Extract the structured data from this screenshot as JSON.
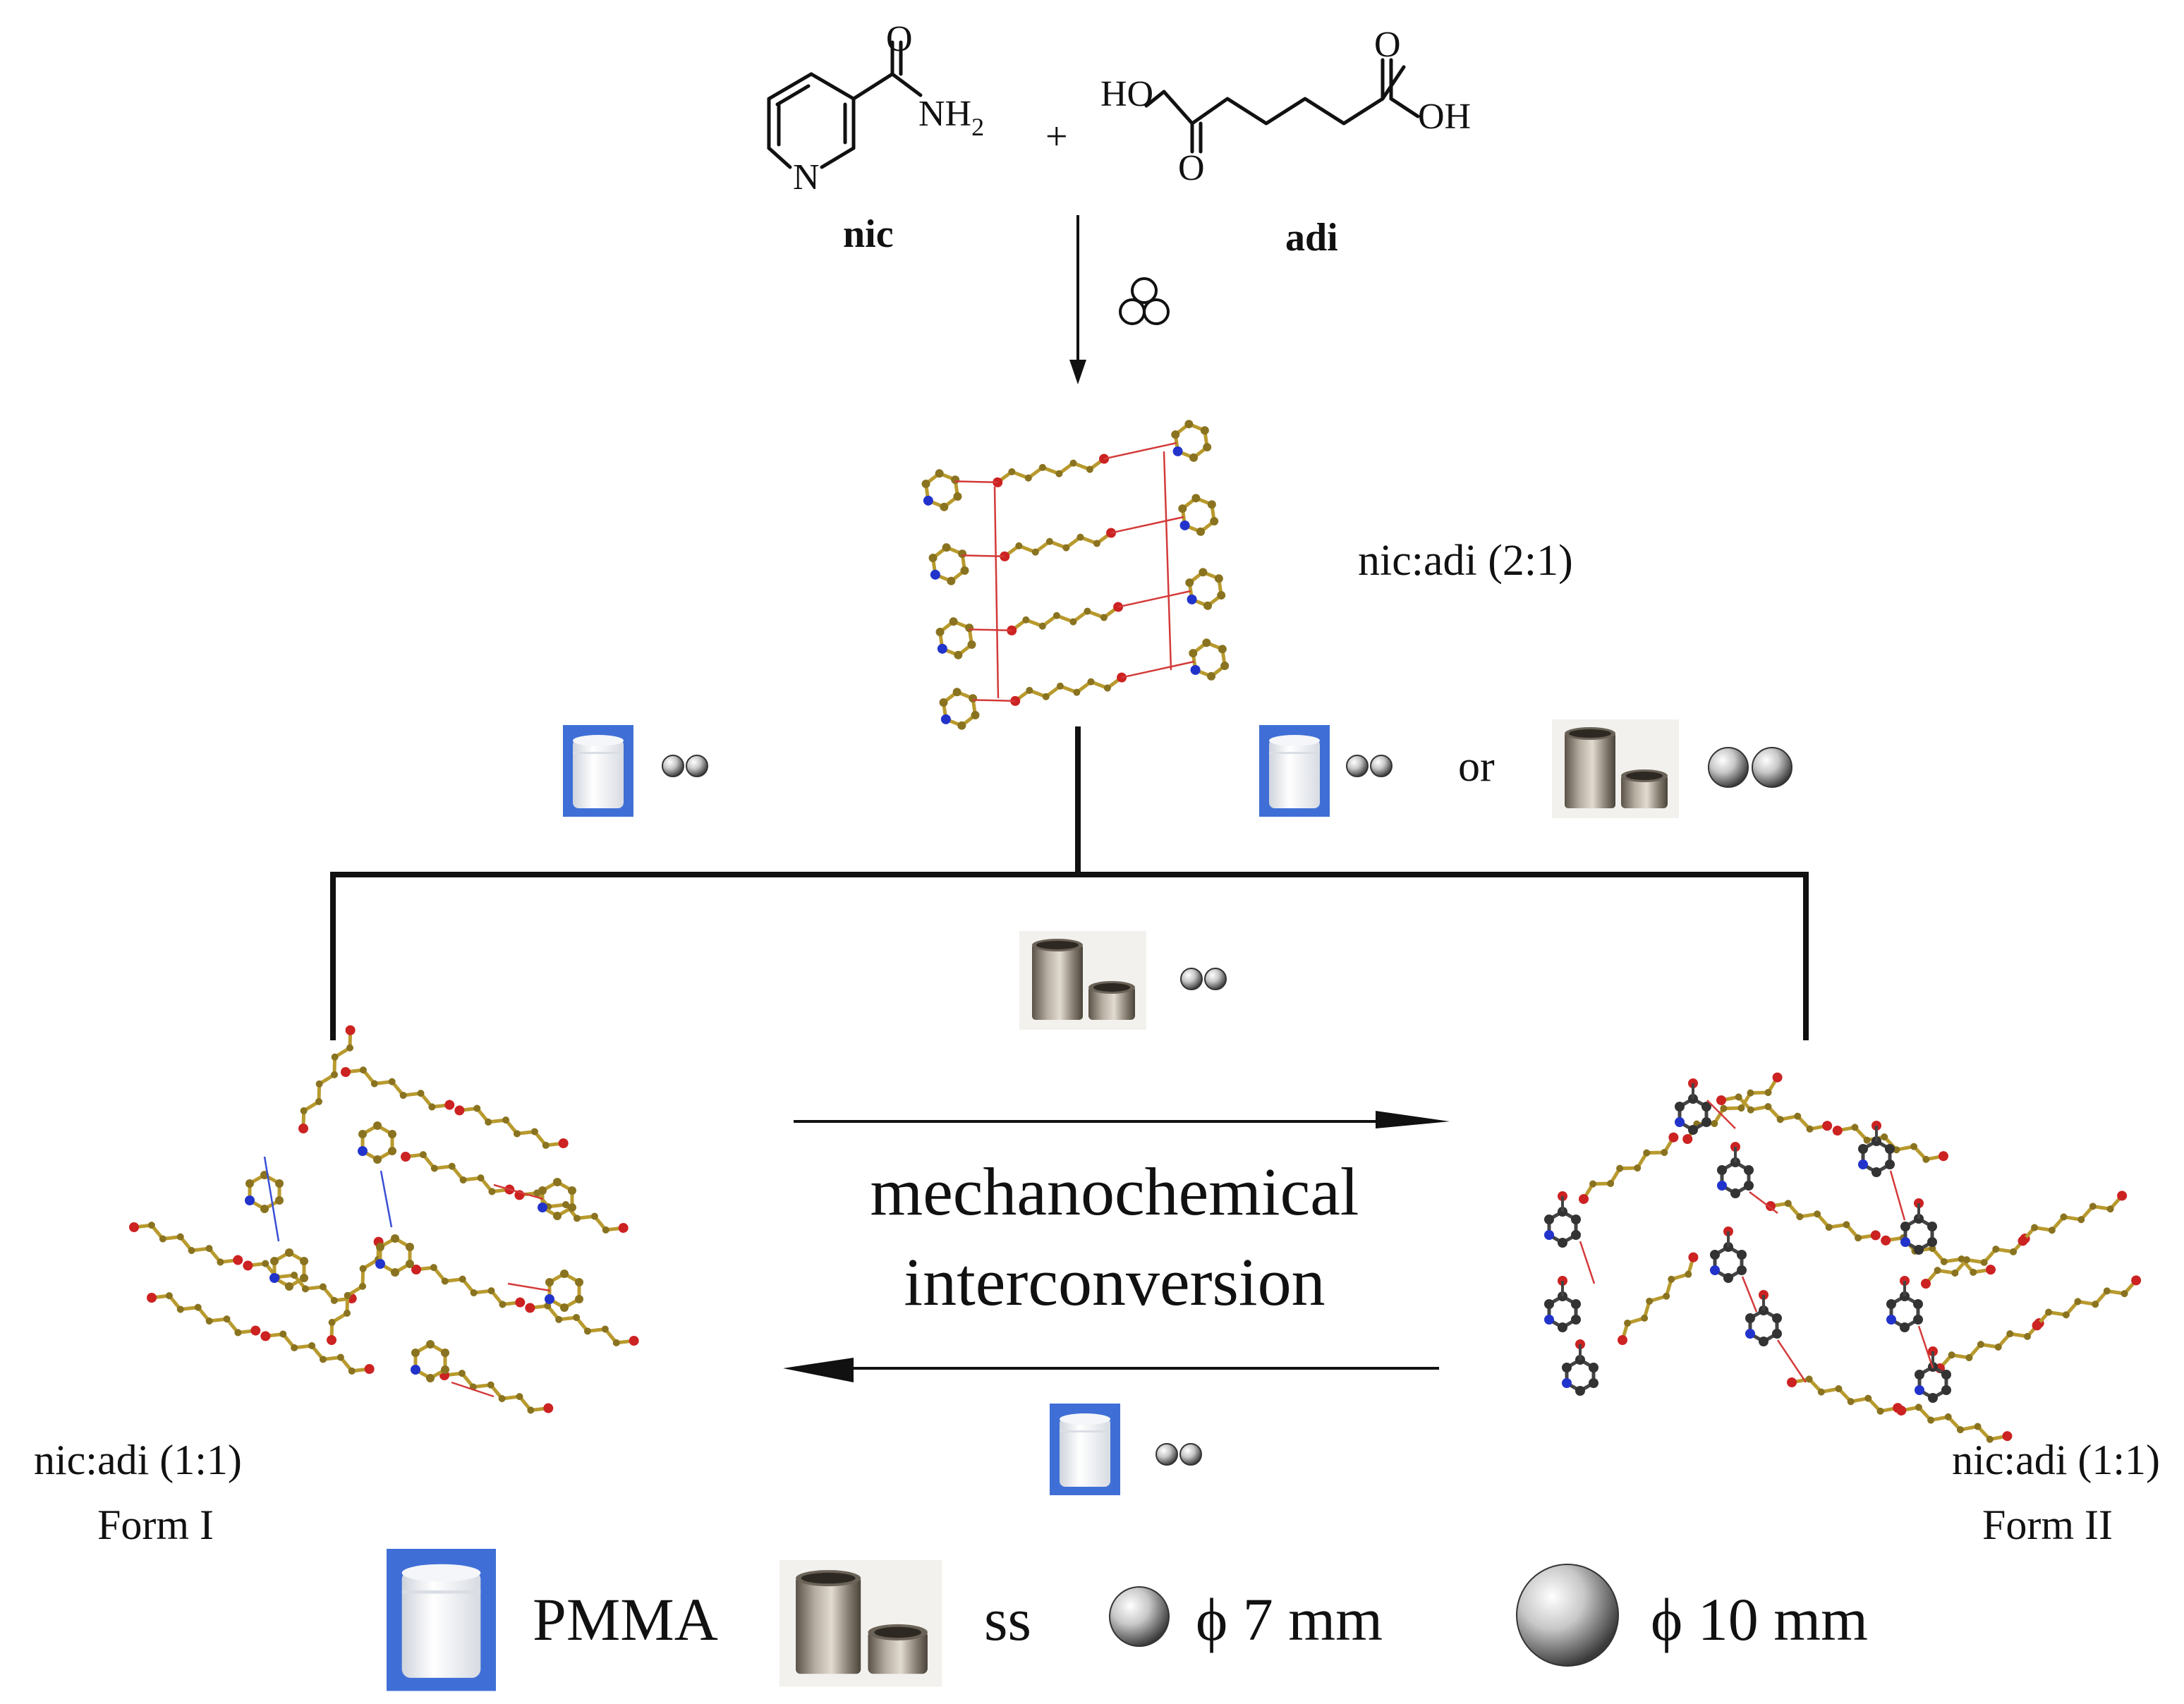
{
  "reactants": {
    "nic": {
      "label": "nic",
      "o_atom": "O",
      "n_atom": "N",
      "amine_group": "NH",
      "amine_subscript": "2"
    },
    "plus": "+",
    "adi": {
      "label": "adi",
      "ho_left": "HO",
      "o_top": "O",
      "o_bottom": "O",
      "oh_right": "OH"
    }
  },
  "products": {
    "cocrystal_2_1": "nic:adi (2:1)",
    "form_i": {
      "line1": "nic:adi (1:1)",
      "line2": "Form I"
    },
    "form_ii": {
      "line1": "nic:adi (1:1)",
      "line2": "Form II"
    }
  },
  "conditions": {
    "or_text": "or",
    "center_label_line1": "mechanochemical",
    "center_label_line2": "interconversion"
  },
  "legend": {
    "pmma_label": "PMMA",
    "ss_label": "ss",
    "small_ball_label": "ϕ 7 mm",
    "large_ball_label": "ϕ 10 mm"
  },
  "colors": {
    "pmma_frame": "#3f6fd6",
    "carbon": "#b89a2e",
    "oxygen": "#cc2222",
    "nitrogen": "#2233cc",
    "hbond": "#d43a3a"
  },
  "icons": [
    "milling-icon",
    "pmma-jar-icon",
    "ss-jar-icon",
    "ball-7mm-icon",
    "ball-10mm-icon"
  ]
}
